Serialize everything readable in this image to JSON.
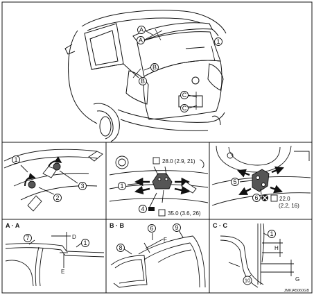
{
  "markers": {
    "one": "1",
    "two": "2",
    "three": "3",
    "four": "4",
    "five": "5",
    "six": "6",
    "seven": "7",
    "eight": "8",
    "nine": "9",
    "ten": "10",
    "a": "A",
    "b": "B",
    "c": "C"
  },
  "torques": {
    "t1": "28.0 (2.9, 21)",
    "t2": "35.0 (3.6, 26)",
    "t3": "22.0",
    "t3_sub": "(2.2, 16)"
  },
  "sections": {
    "aa": "A · A",
    "bb": "B · B",
    "cc": "C · C"
  },
  "dims": {
    "d": "D",
    "e": "E",
    "f": "F",
    "g": "G",
    "h": "H"
  },
  "drawing_id": "JMKIA5060GB",
  "colors": {
    "line": "#111111",
    "fill": "#ffffff",
    "shade": "#888888"
  }
}
